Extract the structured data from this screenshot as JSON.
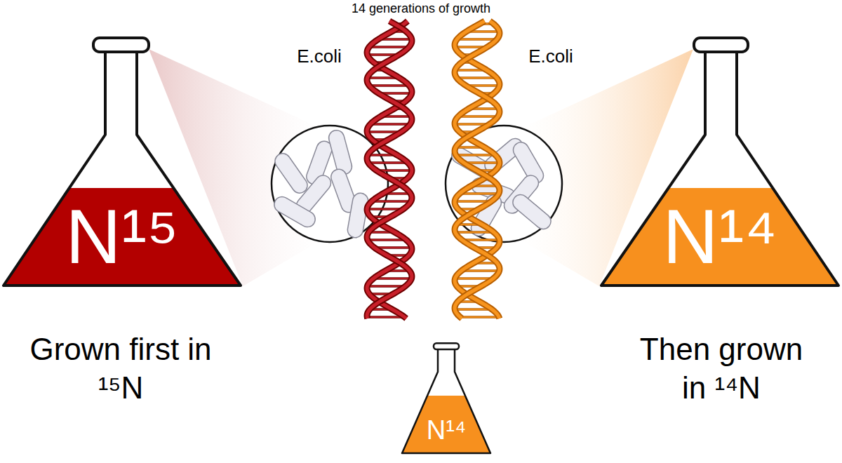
{
  "diagram": {
    "nodes": [
      {
        "text": [
          "N¹⁵"
        ]
      },
      {
        "text": [
          "E.coli"
        ]
      },
      {
        "text": [
          "E.coli"
        ]
      },
      {
        "text": [
          "N¹⁴"
        ]
      },
      {
        "text": [
          "N¹⁴"
        ]
      }
    ],
    "labels": [
      "14 generations of growth",
      "Grown first in ¹⁵N",
      "Then grown in ¹⁴N"
    ]
  }
}
